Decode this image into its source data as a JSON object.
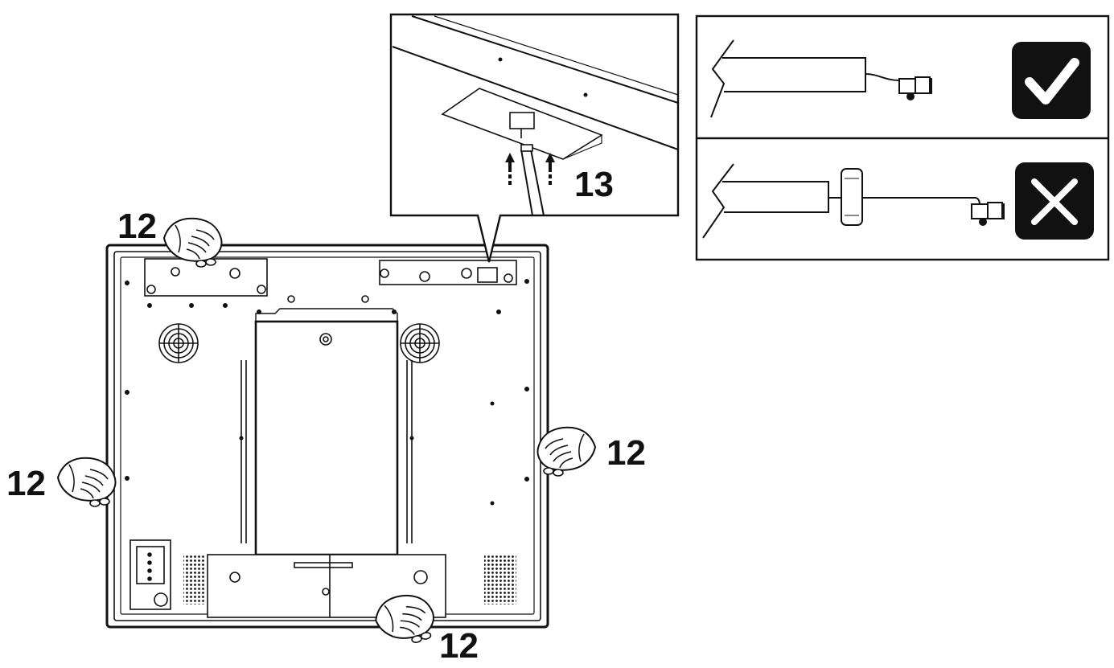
{
  "labels": {
    "hand_top_left": "12",
    "hand_left": "12",
    "hand_right": "12",
    "hand_bottom": "12",
    "detail_step": "13"
  },
  "panels": {
    "correct": {
      "icon": "checkmark-icon"
    },
    "incorrect": {
      "icon": "cross-icon"
    }
  },
  "colors": {
    "line": "#111111",
    "panel_fill": "#ffffff",
    "badge_fill": "#111111",
    "badge_mark": "#ffffff"
  }
}
